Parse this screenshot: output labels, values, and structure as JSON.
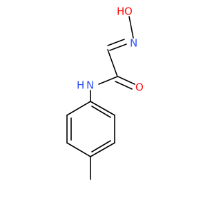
{
  "molecule": {
    "atoms": [
      {
        "id": "hydroxyl-oxygen",
        "text": "O",
        "color": "#ff0d0d"
      },
      {
        "id": "hydroxyl-hydrogen",
        "text": "H",
        "color": "#ff0d0d"
      },
      {
        "id": "oxime-nitrogen",
        "text": "N",
        "color": "#3050f8"
      },
      {
        "id": "carbonyl-oxygen",
        "text": "O",
        "color": "#ff0d0d"
      },
      {
        "id": "amide-nitrogen",
        "text": "N",
        "color": "#3050f8"
      },
      {
        "id": "amide-hydrogen",
        "text": "H",
        "color": "#3050f8"
      }
    ],
    "colors": {
      "bond": "#000000",
      "oxygen": "#ff0d0d",
      "nitrogen": "#3050f8"
    }
  }
}
